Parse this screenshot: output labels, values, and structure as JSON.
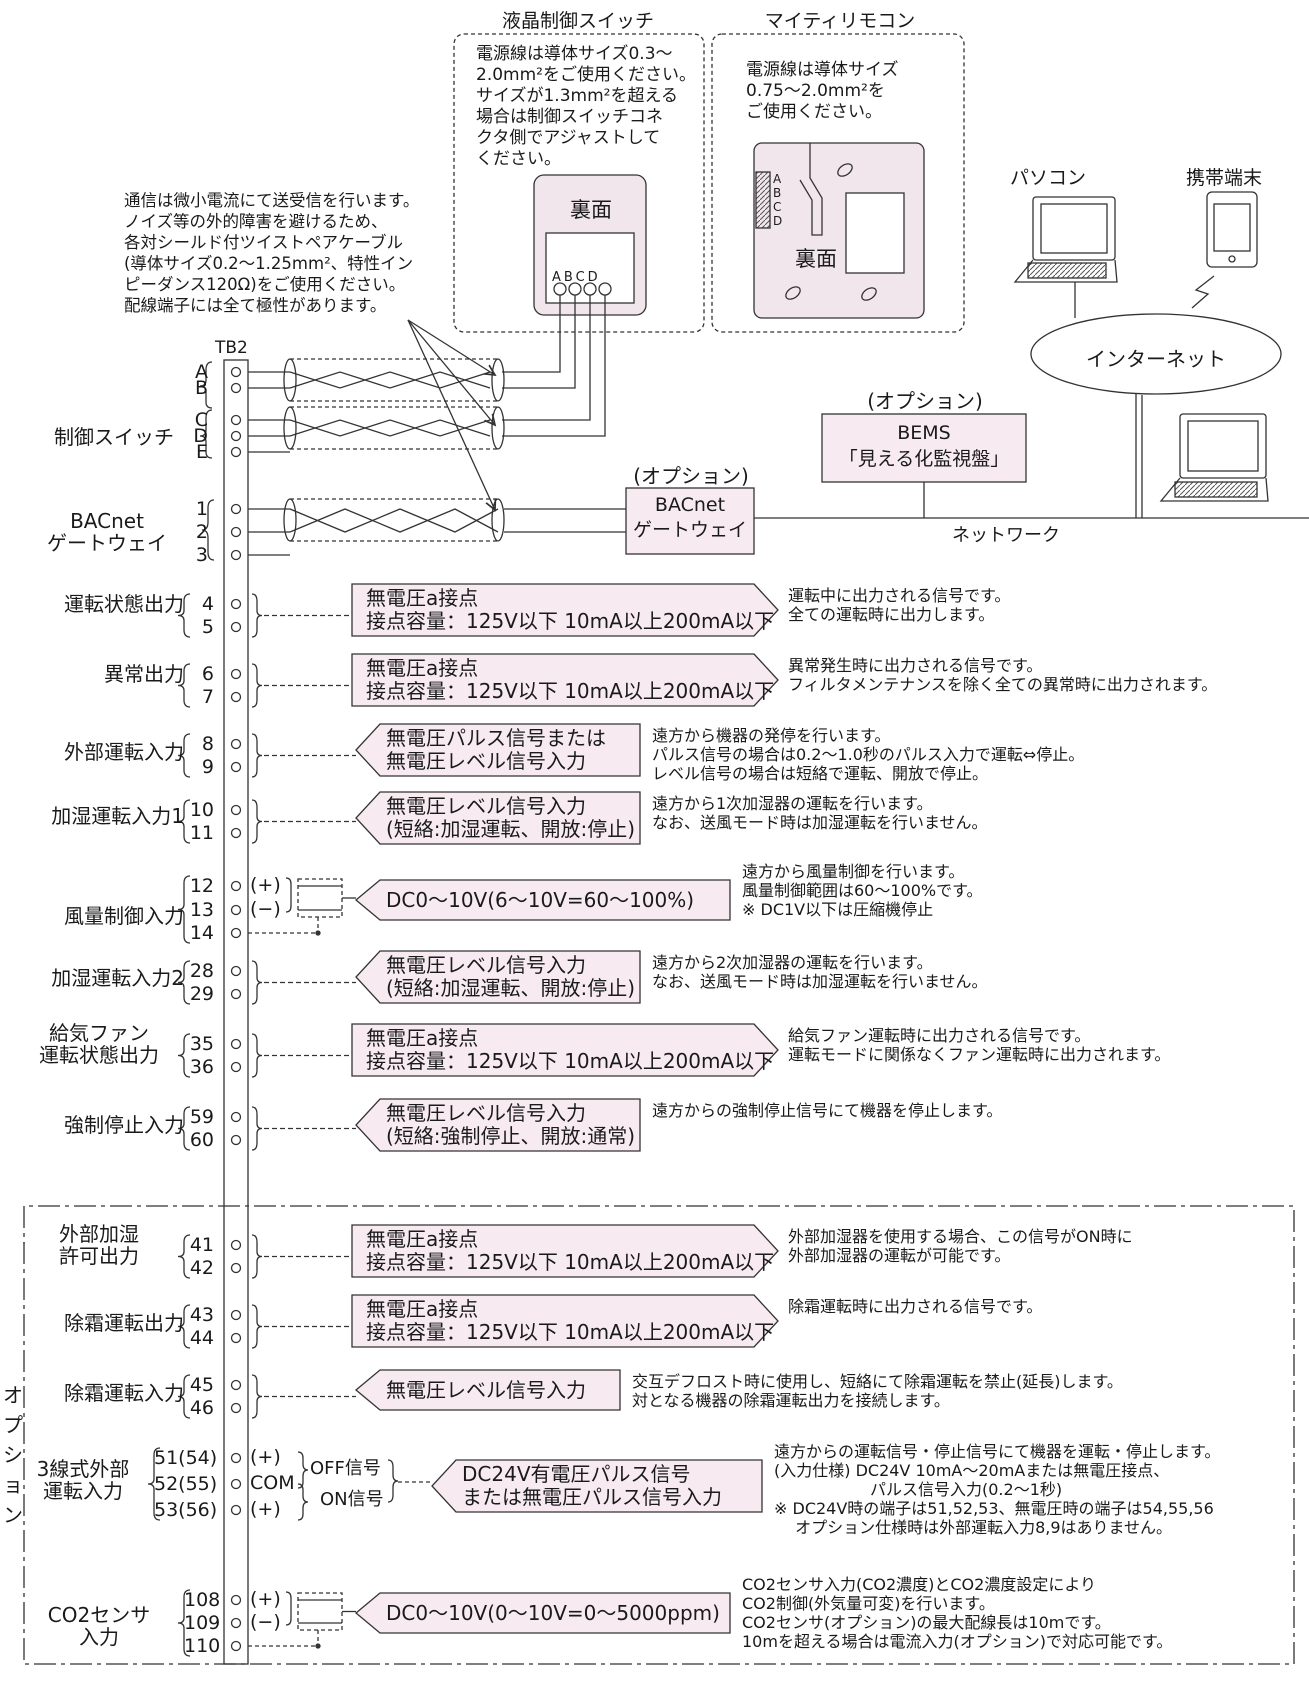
{
  "header": {
    "lcd_title": "液晶制御スイッチ",
    "mighty_title": "マイティリモコン",
    "pc_label": "パソコン",
    "mobile_label": "携帯端末",
    "internet_label": "インターネット",
    "network_label": "ネットワーク"
  },
  "notes": {
    "lcd_power": "電源線は導体サイズ0.3～\n2.0mm²をご使用ください。\nサイズが1.3mm²を超える\n場合は制御スイッチコネ\nクタ側でアジャストして\nください。",
    "mighty_power": "電源線は導体サイズ\n0.75～2.0mm²を\nご使用ください。",
    "comm": "通信は微小電流にて送受信を行います。\nノイズ等の外的障害を避けるため、\n各対シールド付ツイストペアケーブル\n(導体サイズ0.2～1.25mm²、特性イン\nピーダンス120Ω)をご使用ください。\n配線端子には全て極性があります。"
  },
  "back_label": "裏面",
  "abcd": "ABCD",
  "tb2": "TB2",
  "option_paren": "(オプション)",
  "bems": "BEMS\n「見える化監視盤」",
  "bacnet_gw": "BACnet\nゲートウェイ",
  "option_vertical": "オプション",
  "ctrl_switch_label": "制御スイッチ",
  "letters": [
    "A",
    "B",
    "C",
    "D",
    "E"
  ],
  "bacnet_label": "BACnet\nゲートウェイ",
  "bacnet_nums": [
    "1",
    "2",
    "3"
  ],
  "plus": "(+)",
  "minus": "(−)",
  "com": "COM",
  "off_sig": "OFF信号",
  "on_sig": "ON信号",
  "rows": [
    {
      "label": "運転状態出力",
      "nums": [
        "4",
        "5"
      ],
      "sig": "無電圧a接点\n接点容量：125V以下 10mA以上200mA以下",
      "desc": "運転中に出力される信号です。\n全ての運転時に出力します。"
    },
    {
      "label": "異常出力",
      "nums": [
        "6",
        "7"
      ],
      "sig": "無電圧a接点\n接点容量：125V以下 10mA以上200mA以下",
      "desc": "異常発生時に出力される信号です。\nフィルタメンテナンスを除く全ての異常時に出力されます。"
    },
    {
      "label": "外部運転入力",
      "nums": [
        "8",
        "9"
      ],
      "sig": "無電圧パルス信号または\n無電圧レベル信号入力",
      "desc": "遠方から機器の発停を行います。\nパルス信号の場合は0.2～1.0秒のパルス入力で運転⇔停止。\nレベル信号の場合は短絡で運転、開放で停止。"
    },
    {
      "label": "加湿運転入力1",
      "nums": [
        "10",
        "11"
      ],
      "sig": "無電圧レベル信号入力\n(短絡:加湿運転、開放:停止)",
      "desc": "遠方から1次加湿器の運転を行います。\nなお、送風モード時は加湿運転を行いません。"
    },
    {
      "label": "風量制御入力",
      "nums": [
        "12",
        "13",
        "14"
      ],
      "sig": "DC0～10V(6～10V=60～100%)",
      "desc": "遠方から風量制御を行います。\n風量制御範囲は60～100%です。\n※ DC1V以下は圧縮機停止"
    },
    {
      "label": "加湿運転入力2",
      "nums": [
        "28",
        "29"
      ],
      "sig": "無電圧レベル信号入力\n(短絡:加湿運転、開放:停止)",
      "desc": "遠方から2次加湿器の運転を行います。\nなお、送風モード時は加湿運転を行いません。"
    },
    {
      "label": "給気ファン\n運転状態出力",
      "nums": [
        "35",
        "36"
      ],
      "sig": "無電圧a接点\n接点容量：125V以下 10mA以上200mA以下",
      "desc": "給気ファン運転時に出力される信号です。\n運転モードに関係なくファン運転時に出力されます。"
    },
    {
      "label": "強制停止入力",
      "nums": [
        "59",
        "60"
      ],
      "sig": "無電圧レベル信号入力\n(短絡:強制停止、開放:通常)",
      "desc": "遠方からの強制停止信号にて機器を停止します。"
    },
    {
      "label": "外部加湿\n許可出力",
      "nums": [
        "41",
        "42"
      ],
      "sig": "無電圧a接点\n接点容量：125V以下 10mA以上200mA以下",
      "desc": "外部加湿器を使用する場合、この信号がON時に\n外部加湿器の運転が可能です。"
    },
    {
      "label": "除霜運転出力",
      "nums": [
        "43",
        "44"
      ],
      "sig": "無電圧a接点\n接点容量：125V以下 10mA以上200mA以下",
      "desc": "除霜運転時に出力される信号です。"
    },
    {
      "label": "除霜運転入力",
      "nums": [
        "45",
        "46"
      ],
      "sig": "無電圧レベル信号入力",
      "desc": "交互デフロスト時に使用し、短絡にて除霜運転を禁止(延長)します。\n対となる機器の除霜運転出力を接続します。"
    },
    {
      "label": "3線式外部\n運転入力",
      "nums": [
        "51(54)",
        "52(55)",
        "53(56)"
      ],
      "sig": "DC24V有電圧パルス信号\nまたは無電圧パルス信号入力",
      "desc": "遠方からの運転信号・停止信号にて機器を運転・停止します。\n(入力仕様) DC24V 10mA～20mAまたは無電圧接点、\n　　　　　　パルス信号入力(0.2～1秒)\n※ DC24V時の端子は51,52,53、無電圧時の端子は54,55,56\n　 オプション仕様時は外部運転入力8,9はありません。"
    },
    {
      "label": "CO2センサ\n入力",
      "nums": [
        "108",
        "109",
        "110"
      ],
      "sig": "DC0～10V(0～10V=0～5000ppm)",
      "desc": "CO2センサ入力(CO2濃度)とCO2濃度設定により\nCO2制御(外気量可変)を行います。\nCO2センサ(オプション)の最大配線長は10mです。\n10mを超える場合は電流入力(オプション)で対応可能です。"
    }
  ]
}
